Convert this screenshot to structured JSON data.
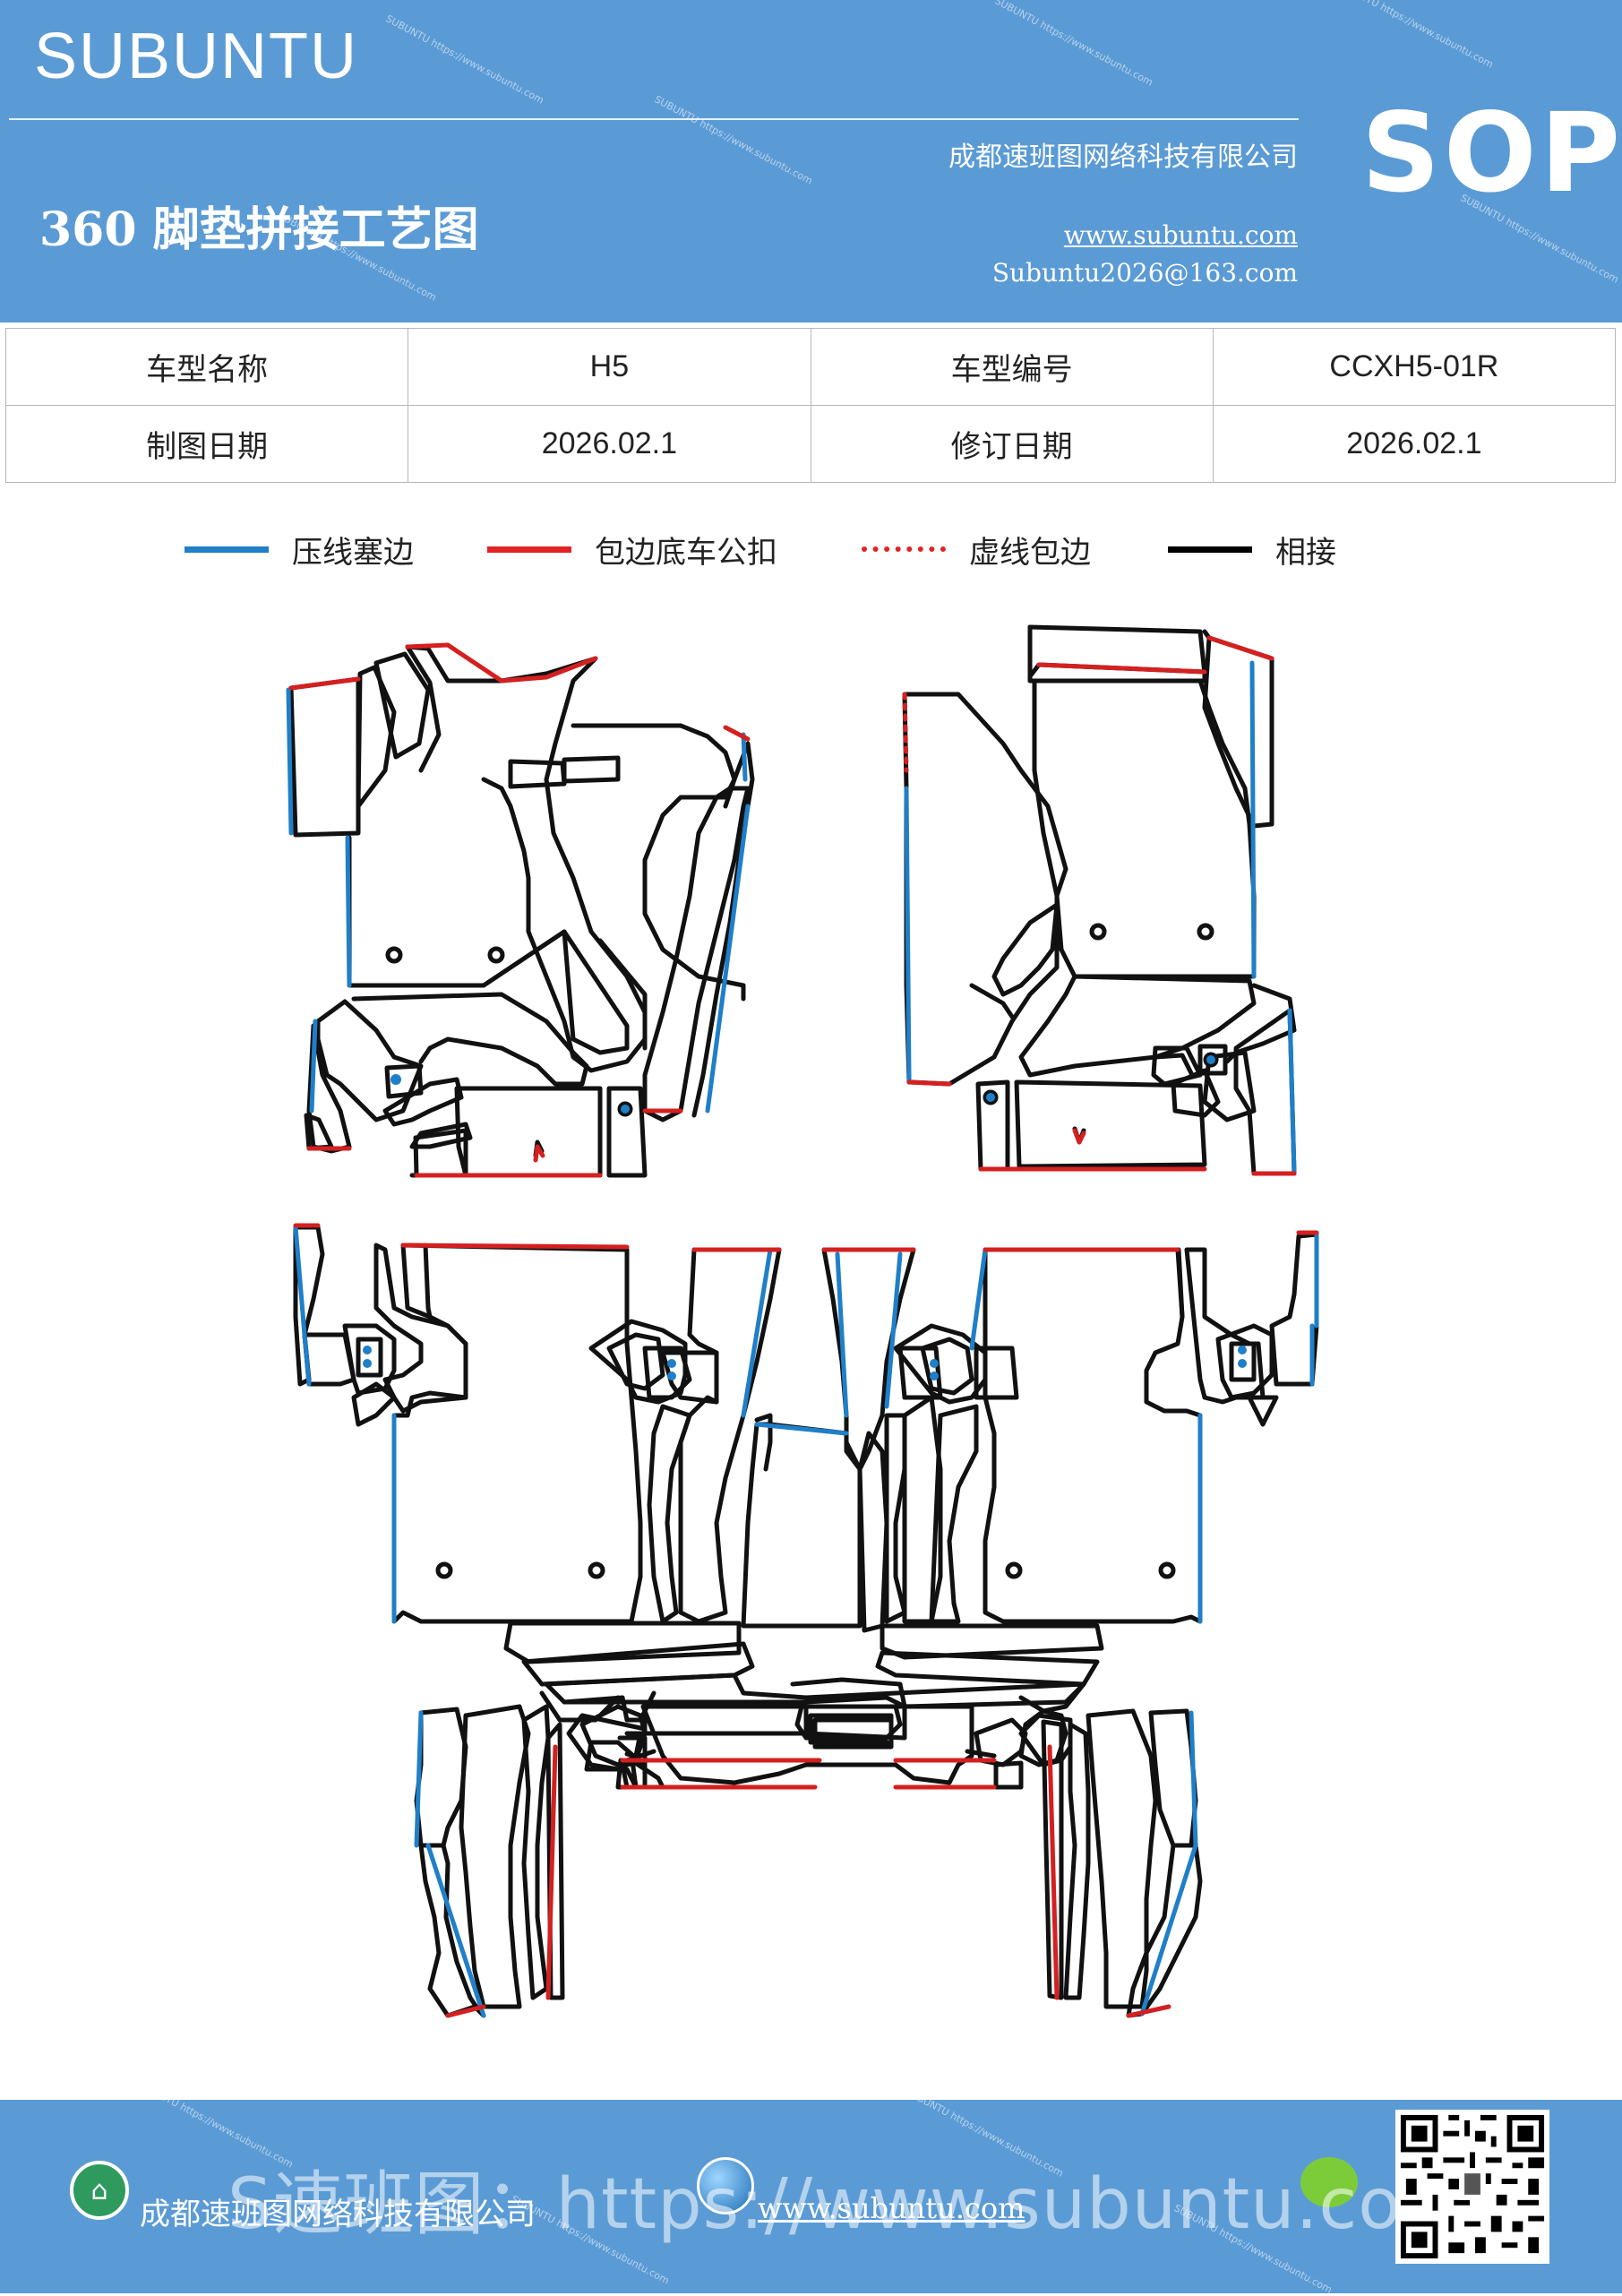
{
  "header": {
    "brand": "SUBUNTU",
    "company": "成都速班图网络科技有限公司",
    "sop": "SOP",
    "title": "360 脚垫拼接工艺图",
    "website": "www.subuntu.com",
    "email": "Subuntu2026@163.com",
    "watermark": "SUBUNTU https://www.subuntu.com"
  },
  "info_table": {
    "rows": [
      [
        "车型名称",
        "H5",
        "车型编号",
        "CCXH5-01R"
      ],
      [
        "制图日期",
        "2026.02.1",
        "修订日期",
        "2026.02.1"
      ]
    ]
  },
  "legend": [
    {
      "label": "压线塞边",
      "color": "#1f7fc8",
      "style": "solid"
    },
    {
      "label": "包边底车公扣",
      "color": "#e02424",
      "style": "solid"
    },
    {
      "label": "虚线包边",
      "color": "#e02424",
      "style": "dotted"
    },
    {
      "label": "相接",
      "color": "#000000",
      "style": "solid"
    }
  ],
  "colors": {
    "header_blue": "#5b9bd5",
    "seam_blue": "#1f7fc8",
    "edge_red": "#d42020",
    "outline": "#111111"
  },
  "footer": {
    "company": "成都速班图网络科技有限公司",
    "website": "www.subuntu.com",
    "overlay": "S速班图：https://www.subuntu.com",
    "icons": [
      "building-icon",
      "globe-icon",
      "wechat-icon",
      "qr-code"
    ]
  }
}
